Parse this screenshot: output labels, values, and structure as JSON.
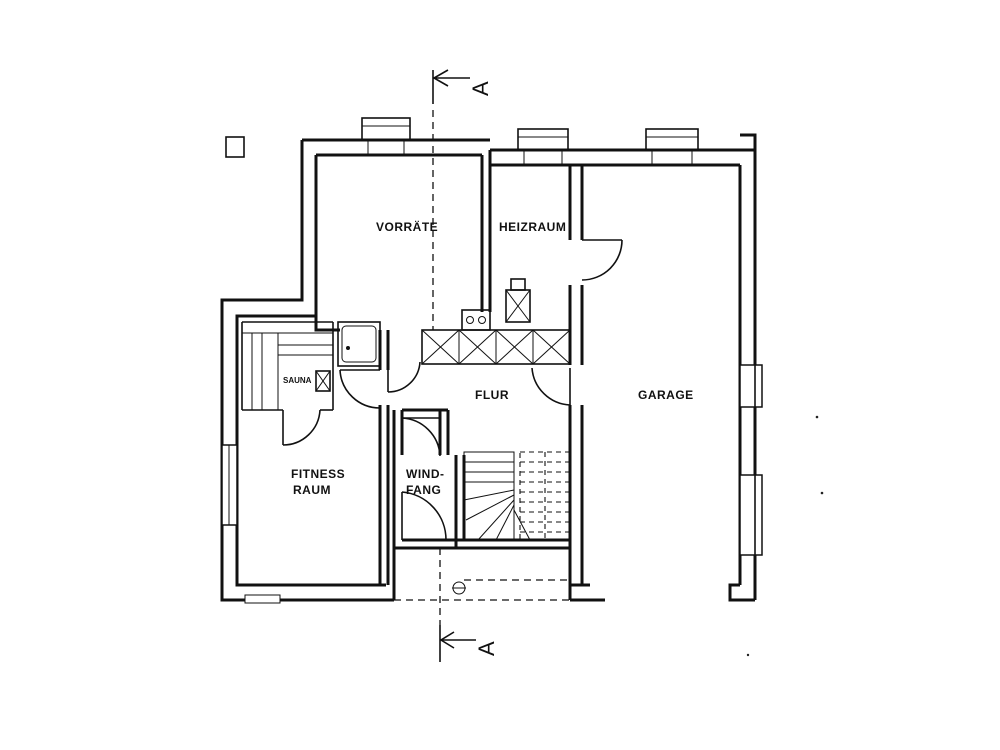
{
  "plan": {
    "section_marker": "A",
    "rooms": {
      "vorraete": "VORRÄTE",
      "heizraum": "HEIZRAUM",
      "sauna": "SAUNA",
      "fitness_line1": "FITNESS",
      "fitness_line2": "RAUM",
      "flur": "FLUR",
      "windfang_line1": "WIND-",
      "windfang_line2": "FANG",
      "garage": "GARAGE"
    }
  }
}
